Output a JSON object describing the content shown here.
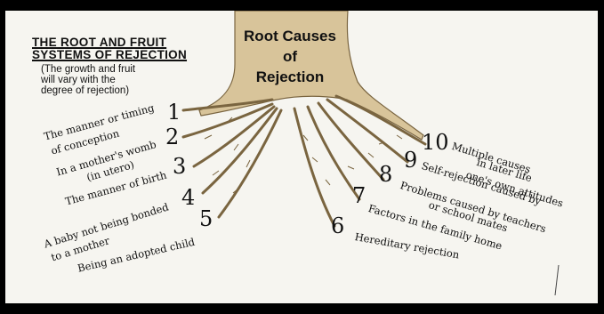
{
  "header": {
    "line1": "THE ROOT AND FRUIT",
    "line2": "SYSTEMS OF REJECTION",
    "sub1": "(The growth and fruit",
    "sub2": "will vary with the",
    "sub3": "degree of rejection)"
  },
  "title": {
    "line1": "Root Causes",
    "line2": "of",
    "line3": "Rejection"
  },
  "colors": {
    "trunk": "#d8c49a",
    "trunk_outline": "#7a6540",
    "frame": "#000000",
    "paper": "#f6f5f0"
  },
  "roots": [
    {
      "number": "1",
      "label_line1": "The manner or timing",
      "label_line2": "of conception"
    },
    {
      "number": "2",
      "label_line1": "In a mother's womb",
      "label_line2": "(in utero)"
    },
    {
      "number": "3",
      "label_line1": "The manner of birth",
      "label_line2": ""
    },
    {
      "number": "4",
      "label_line1": "A baby not being bonded",
      "label_line2": "to a mother"
    },
    {
      "number": "5",
      "label_line1": "Being an adopted child",
      "label_line2": ""
    },
    {
      "number": "6",
      "label_line1": "Hereditary rejection",
      "label_line2": ""
    },
    {
      "number": "7",
      "label_line1": "Factors in the family home",
      "label_line2": ""
    },
    {
      "number": "8",
      "label_line1": "Problems caused by teachers",
      "label_line2": "or school mates"
    },
    {
      "number": "9",
      "label_line1": "Self-rejection caused by",
      "label_line2": "one's own attitudes"
    },
    {
      "number": "10",
      "label_line1": "Multiple causes",
      "label_line2": "in later life"
    }
  ]
}
